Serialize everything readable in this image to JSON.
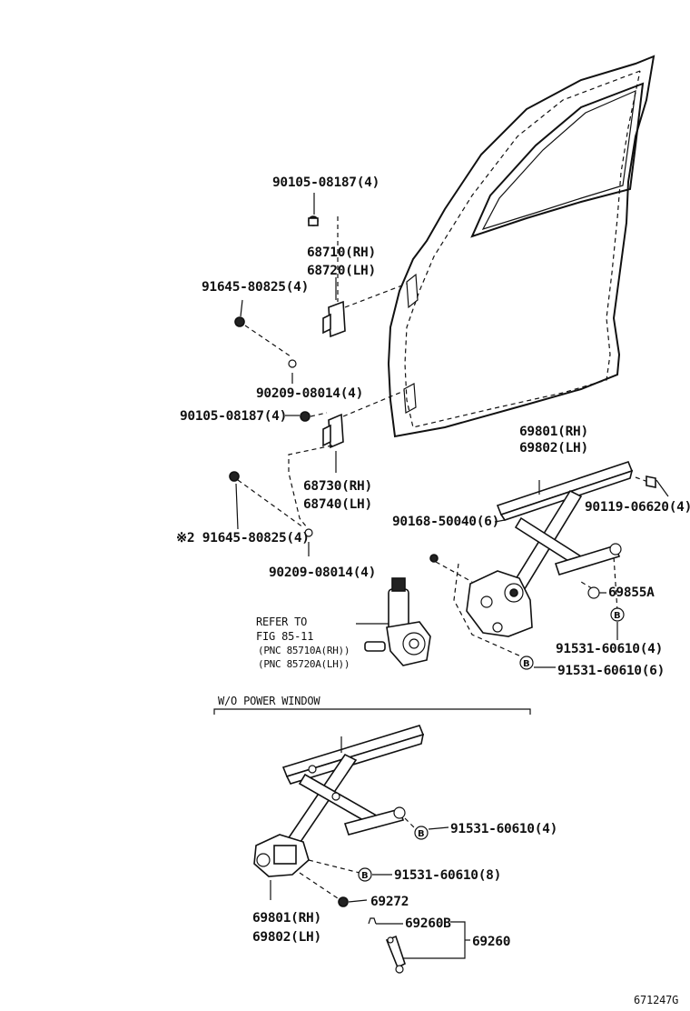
{
  "diagram": {
    "labels": {
      "bolt_top": "90105-08187(4)",
      "hinge_upper_rh": "68710(RH)",
      "hinge_upper_lh": "68720(LH)",
      "bolt_upper_hinge": "91645-80825(4)",
      "washer_upper": "90209-08014(4)",
      "bolt_mid": "90105-08187(4)",
      "hinge_lower_rh": "68730(RH)",
      "hinge_lower_lh": "68740(LH)",
      "bolt_lower_hinge": "※2 91645-80825(4)",
      "washer_lower": "90209-08014(4)",
      "regulator_rh": "69801(RH)",
      "regulator_lh": "69802(LH)",
      "bolt_regulator": "90119-06620(4)",
      "bolt_6": "90168-50040(6)",
      "clip": "69855A",
      "bolt_b1": "91531-60610(4)",
      "bolt_b2": "91531-60610(6)",
      "refer_line1": "REFER TO",
      "refer_line2": "FIG 85-11",
      "refer_line3": "(PNC 85710A(RH))",
      "refer_line4": "(PNC 85720A(LH))",
      "section_title": "W/O POWER WINDOW",
      "manual_bolt_b1": "91531-60610(4)",
      "manual_bolt_b2": "91531-60610(8)",
      "manual_part_1": "69272",
      "manual_reg_rh": "69801(RH)",
      "manual_reg_lh": "69802(LH)",
      "handle_part_b": "69260B",
      "handle_part": "69260",
      "callout_b": "B",
      "figure_code": "671247G"
    }
  }
}
